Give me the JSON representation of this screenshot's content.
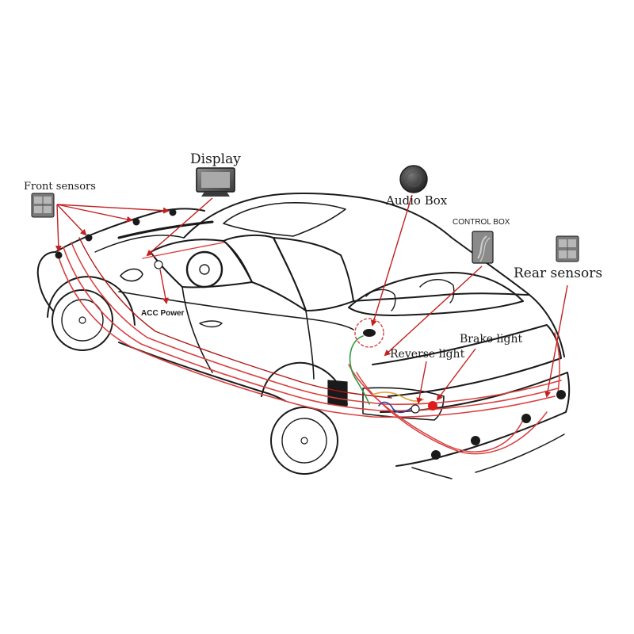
{
  "labels": {
    "display": "Display",
    "front_sensors": "Front sensors",
    "audio_box": "Audio Box",
    "control_box": "CONTROL BOX",
    "rear_sensors": "Rear sensors",
    "acc_power": "ACC Power",
    "brake_light": "Brake light",
    "reverse_light": "Reverse light"
  },
  "colors": {
    "outline": "#1a1a1a",
    "wire": "#d94040",
    "wire_dark": "#b01818",
    "wire_green": "#2e9b3e",
    "wire_blue": "#2a3fa0",
    "wire_orange": "#e3a23a",
    "component": "#6a6a6a"
  }
}
